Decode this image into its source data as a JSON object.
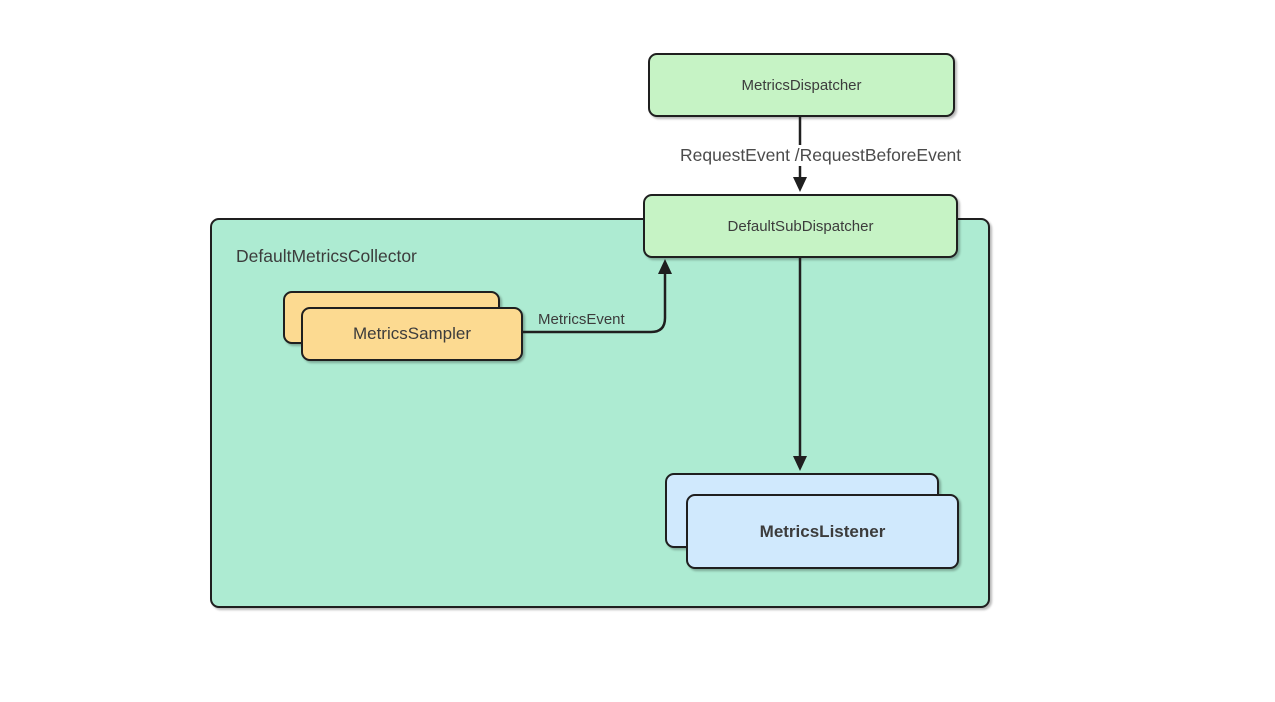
{
  "diagram": {
    "colors": {
      "page-bg": "#ffffff",
      "node-green": "#c6f3c5",
      "container-teal": "#adebd2",
      "node-orange": "#fcda91",
      "node-blue": "#d0e9fd",
      "stroke": "#1f1f1f",
      "node-text": "#3c3c3c",
      "edge-text": "#4b4b4b"
    },
    "nodes": {
      "metrics_dispatcher": {
        "label": "MetricsDispatcher"
      },
      "default_sub_dispatcher": {
        "label": "DefaultSubDispatcher"
      },
      "default_metrics_collector": {
        "label": "DefaultMetricsCollector"
      },
      "metrics_sampler": {
        "label": "MetricsSampler"
      },
      "metrics_listener": {
        "label": "MetricsListener"
      }
    },
    "edges": {
      "request_event": {
        "label": "RequestEvent /RequestBeforeEvent"
      },
      "metrics_event": {
        "label": "MetricsEvent"
      }
    }
  }
}
